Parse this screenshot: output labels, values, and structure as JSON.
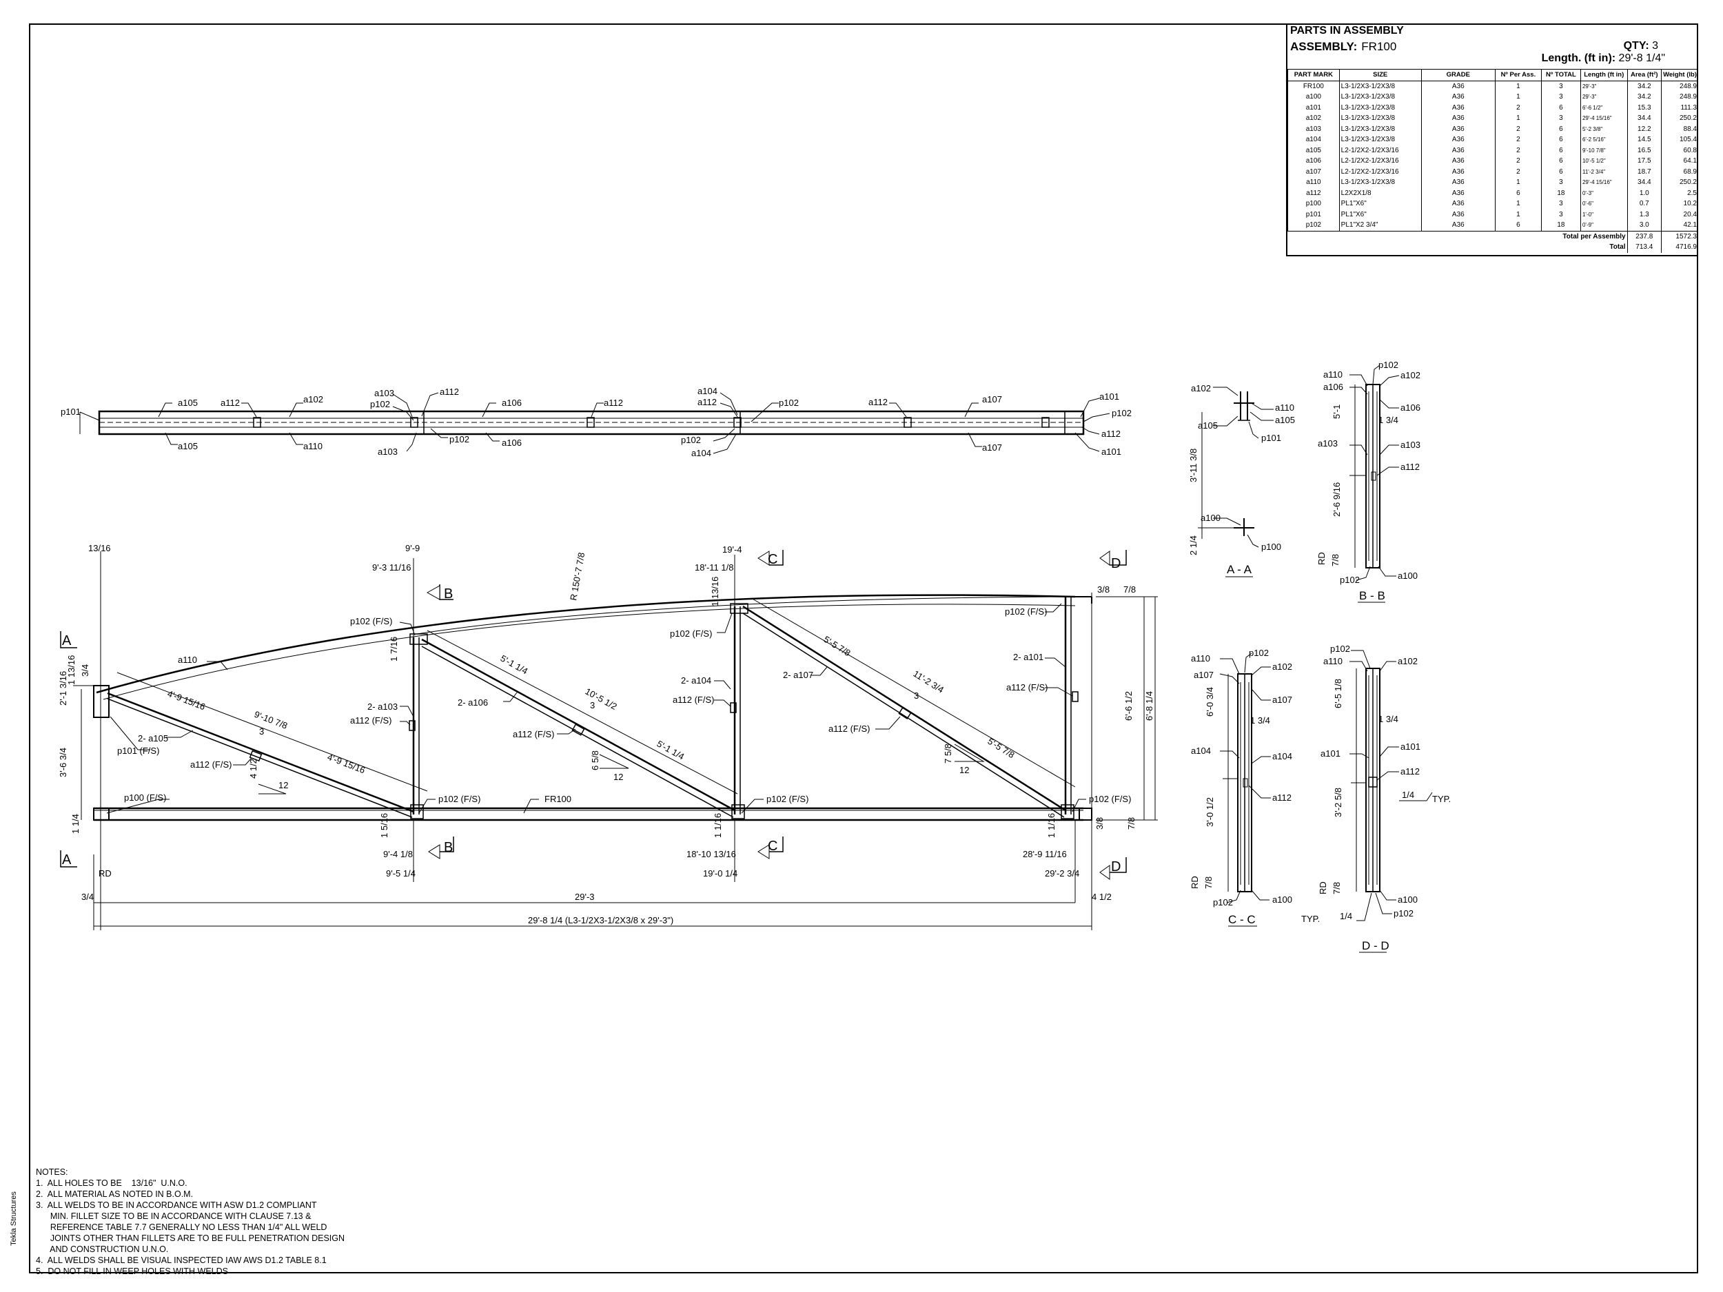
{
  "bom": {
    "title": "PARTS IN ASSEMBLY",
    "assembly_label": "ASSEMBLY:",
    "assembly_value": "FR100",
    "qty_label": "QTY:",
    "qty_value": "3",
    "length_label": "Length. (ft in):",
    "length_value": "29'-8 1/4\"",
    "columns": [
      "PART MARK",
      "SIZE",
      "GRADE",
      "Nº Per Ass.",
      "Nº TOTAL",
      "Length (ft in)",
      "Area (ft²)",
      "Weight (lb)"
    ],
    "rows": [
      [
        "FR100",
        "L3-1/2X3-1/2X3/8",
        "A36",
        "1",
        "3",
        "29'-3\"",
        "34.2",
        "248.9"
      ],
      [
        "a100",
        "L3-1/2X3-1/2X3/8",
        "A36",
        "1",
        "3",
        "29'-3\"",
        "34.2",
        "248.9"
      ],
      [
        "a101",
        "L3-1/2X3-1/2X3/8",
        "A36",
        "2",
        "6",
        "6'-6 1/2\"",
        "15.3",
        "111.3"
      ],
      [
        "a102",
        "L3-1/2X3-1/2X3/8",
        "A36",
        "1",
        "3",
        "29'-4 15/16\"",
        "34.4",
        "250.2"
      ],
      [
        "a103",
        "L3-1/2X3-1/2X3/8",
        "A36",
        "2",
        "6",
        "5'-2 3/8\"",
        "12.2",
        "88.4"
      ],
      [
        "a104",
        "L3-1/2X3-1/2X3/8",
        "A36",
        "2",
        "6",
        "6'-2 5/16\"",
        "14.5",
        "105.4"
      ],
      [
        "a105",
        "L2-1/2X2-1/2X3/16",
        "A36",
        "2",
        "6",
        "9'-10 7/8\"",
        "16.5",
        "60.8"
      ],
      [
        "a106",
        "L2-1/2X2-1/2X3/16",
        "A36",
        "2",
        "6",
        "10'-5 1/2\"",
        "17.5",
        "64.1"
      ],
      [
        "a107",
        "L2-1/2X2-1/2X3/16",
        "A36",
        "2",
        "6",
        "11'-2 3/4\"",
        "18.7",
        "68.9"
      ],
      [
        "a110",
        "L3-1/2X3-1/2X3/8",
        "A36",
        "1",
        "3",
        "29'-4 15/16\"",
        "34.4",
        "250.2"
      ],
      [
        "a112",
        "L2X2X1/8",
        "A36",
        "6",
        "18",
        "0'-3\"",
        "1.0",
        "2.5"
      ],
      [
        "p100",
        "PL1\"X6\"",
        "A36",
        "1",
        "3",
        "0'-6\"",
        "0.7",
        "10.2"
      ],
      [
        "p101",
        "PL1\"X6\"",
        "A36",
        "1",
        "3",
        "1'-0\"",
        "1.3",
        "20.4"
      ],
      [
        "p102",
        "PL1\"X2 3/4\"",
        "A36",
        "6",
        "18",
        "0'-9\"",
        "3.0",
        "42.1"
      ]
    ],
    "total_per_assembly_label": "Total per Assembly",
    "total_per_assembly": [
      "237.8",
      "1572.3"
    ],
    "total_label": "Total",
    "total": [
      "713.4",
      "4716.9"
    ]
  },
  "plan": {
    "labels_top": [
      "p101",
      "a105",
      "a112",
      "a102",
      "a103",
      "p102",
      "a112",
      "a106",
      "a112",
      "a104",
      "a112",
      "p102",
      "a112",
      "a107",
      "a101",
      "p102"
    ],
    "labels_bottom": [
      "a105",
      "a110",
      "a103",
      "p102",
      "a106",
      "p102",
      "a104",
      "a107",
      "a112",
      "a101"
    ]
  },
  "elevation": {
    "labels": [
      "a110",
      "2- a105",
      "p101 (F/S)",
      "a112 (F/S)",
      "p100 (F/S)",
      "p102 (F/S)",
      "2- a103",
      "a112 (F/S)",
      "2- a106",
      "a112 (F/S)",
      "p102 (F/S)",
      "FR100",
      "p102 (F/S)",
      "2- a104",
      "a112 (F/S)",
      "2- a107",
      "a112 (F/S)",
      "p102 (F/S)",
      "2- a101",
      "a112 (F/S)",
      "p102 (F/S)",
      "p102 (F/S)",
      "RD"
    ],
    "dims_top": [
      "9'-9",
      "9'-3 11/16",
      "19'-4",
      "18'-11 1/8",
      "R 150'-7 7/8",
      "13/16",
      "1 13/16",
      "1 7/16",
      "3/8",
      "7/8"
    ],
    "dims_diag": [
      "4'-9 15/16",
      "9'-10 7/8",
      "4'-9 15/16",
      "5'-1 1/4",
      "10'-5 1/2",
      "5'-1 1/4",
      "5'-5 7/8",
      "11'-2 3/4",
      "5'-5 7/8"
    ],
    "slopes": [
      "3",
      "4 1/2",
      "12",
      "3",
      "6 5/8",
      "12",
      "3",
      "7 5/8",
      "12"
    ],
    "dims_bottom": [
      "9'-4 1/8",
      "9'-5 1/4",
      "18'-10 13/16",
      "19'-0 1/4",
      "28'-9 11/16",
      "29'-2 3/4",
      "1 5/16",
      "1 1/16",
      "1 1/16",
      "3/8",
      "7/8"
    ],
    "dims_left": [
      "2'-1 3/16",
      "1 13/16",
      "3/4",
      "3'-6 3/4",
      "1 1/4"
    ],
    "dims_right": [
      "6'-6 1/2",
      "6'-8 1/4"
    ],
    "dims_overall": [
      "3/4",
      "29'-3",
      "4 1/2",
      "29'-8 1/4 (L3-1/2X3-1/2X3/8 x 29'-3\")"
    ],
    "section_marks": [
      "A",
      "B",
      "C",
      "D"
    ]
  },
  "sections": {
    "aa": {
      "title": "A - A",
      "labels": [
        "a102",
        "a110",
        "a105",
        "a105",
        "p101",
        "a100",
        "p100"
      ],
      "dims": [
        "3'-11 3/8",
        "2 1/4"
      ]
    },
    "bb": {
      "title": "B - B",
      "labels": [
        "a110",
        "p102",
        "a102",
        "a106",
        "a106",
        "a103",
        "a103",
        "a112",
        "p102",
        "a100"
      ],
      "dims": [
        "5'-1",
        "1 3/4",
        "2'-6 9/16",
        "RD",
        "7/8"
      ]
    },
    "cc": {
      "title": "C - C",
      "labels": [
        "a110",
        "p102",
        "a102",
        "a107",
        "a107",
        "a104",
        "a104",
        "a112",
        "p102",
        "a100"
      ],
      "dims": [
        "6'-0 3/4",
        "1 3/4",
        "3'-0 1/2",
        "RD",
        "7/8"
      ]
    },
    "dd": {
      "title": "D - D",
      "labels": [
        "p102",
        "a110",
        "a102",
        "a101",
        "a101",
        "a112",
        "a100",
        "p102"
      ],
      "dims": [
        "6'-5 1/8",
        "1 3/4",
        "3'-2 5/8",
        "RD",
        "7/8",
        "1/4",
        "1/4",
        "TYP.",
        "TYP."
      ]
    }
  },
  "notes": {
    "heading": "NOTES:",
    "lines": [
      "1.  ALL HOLES TO BE    13/16\"  U.N.O.",
      "2.  ALL MATERIAL AS NOTED IN B.O.M.",
      "3.  ALL WELDS TO BE IN ACCORDANCE WITH ASW D1.2 COMPLIANT",
      "      MIN. FILLET SIZE TO BE IN ACCORDANCE WITH CLAUSE 7.13 &",
      "      REFERENCE TABLE 7.7 GENERALLY NO LESS THAN 1/4\" ALL WELD",
      "      JOINTS OTHER THAN FILLETS ARE TO BE FULL PENETRATION DESIGN",
      "      AND CONSTRUCTION U.N.O.",
      "4.  ALL WELDS SHALL BE VISUAL INSPECTED IAW AWS D1.2 TABLE 8.1",
      "5.  DO NOT FILL IN WEEP HOLES WITH WELDS"
    ]
  },
  "vendor": "Tekla Structures"
}
